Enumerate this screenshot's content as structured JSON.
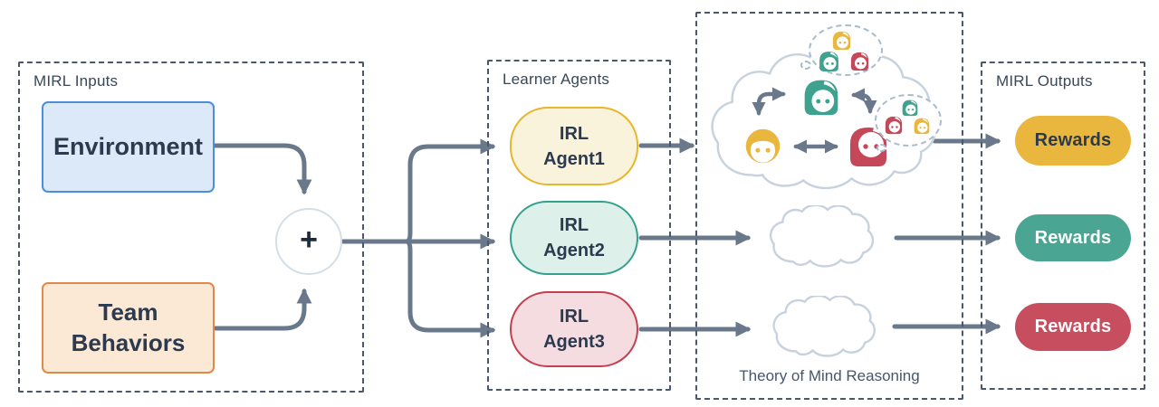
{
  "sections": {
    "inputs": {
      "label": "MIRL Inputs",
      "environment_label": "Environment",
      "team_behaviors_label": "Team Behaviors",
      "combiner_symbol": "+"
    },
    "learner_agents": {
      "label": "Learner Agents",
      "agents": [
        {
          "line1": "IRL",
          "line2": "Agent1",
          "color": "#E8B62C"
        },
        {
          "line1": "IRL",
          "line2": "Agent2",
          "color": "#35A18C"
        },
        {
          "line1": "IRL",
          "line2": "Agent3",
          "color": "#C5404F"
        }
      ]
    },
    "theory_of_mind": {
      "caption": "Theory of Mind Reasoning",
      "main_cloud_faces": [
        "teal",
        "yellow",
        "red"
      ],
      "thought_bubble_top_faces": [
        "yellow",
        "teal",
        "red"
      ],
      "thought_bubble_right_faces": [
        "teal",
        "red",
        "yellow"
      ],
      "empty_clouds": 2
    },
    "outputs": {
      "label": "MIRL Outputs",
      "rewards": [
        {
          "label": "Rewards",
          "color": "#E9B73D"
        },
        {
          "label": "Rewards",
          "color": "#4BA593"
        },
        {
          "label": "Rewards",
          "color": "#C74E5E"
        }
      ]
    }
  },
  "colors": {
    "yellow": "#E9B73D",
    "teal": "#3FA28E",
    "red": "#C5485A",
    "arrow_gray": "#69788A",
    "dashed_border": "#4A5869",
    "environment_fill": "#DCE9F8",
    "environment_border": "#4C8FD8",
    "team_fill": "#FBE9D6",
    "team_border": "#DE8A4D",
    "agent1_fill": "#FAF3DC",
    "agent2_fill": "#DDF0EA",
    "agent3_fill": "#F4DCE0",
    "cloud_outline": "#C7D2DE",
    "text_dark": "#2B3A4E"
  }
}
